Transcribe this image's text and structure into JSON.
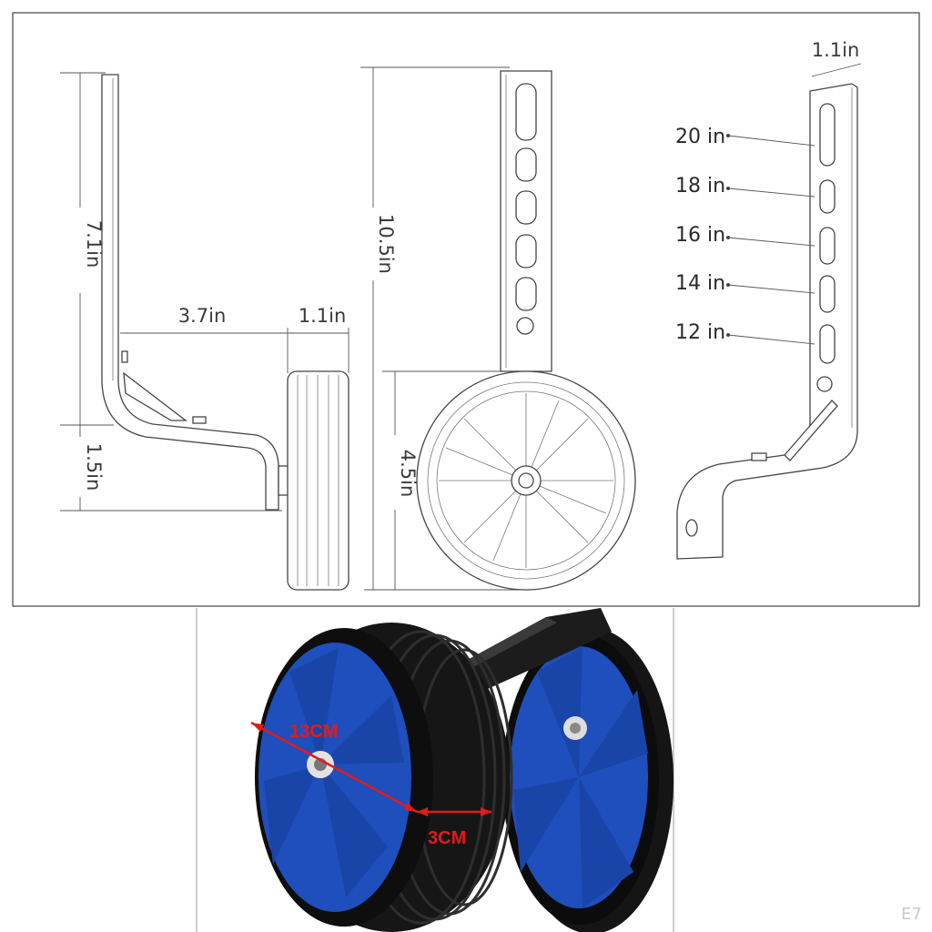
{
  "diagram": {
    "side_view": {
      "upright_height": "7.1in",
      "foot_height": "1.5in",
      "offset": "3.7in",
      "tyre_width": "1.1in"
    },
    "front_view": {
      "total_height": "10.5in",
      "wheel_height": "4.5in"
    },
    "bracket_view": {
      "bracket_width": "1.1in",
      "sizes": [
        "20 in",
        "18 in",
        "16 in",
        "14 in",
        "12 in"
      ]
    }
  },
  "photo": {
    "diameter": "13CM",
    "width": "3CM",
    "hub_color": "#1f4fbd",
    "tyre_color": "#151515",
    "marker_color": "#e21b1b"
  },
  "watermark": "E7"
}
